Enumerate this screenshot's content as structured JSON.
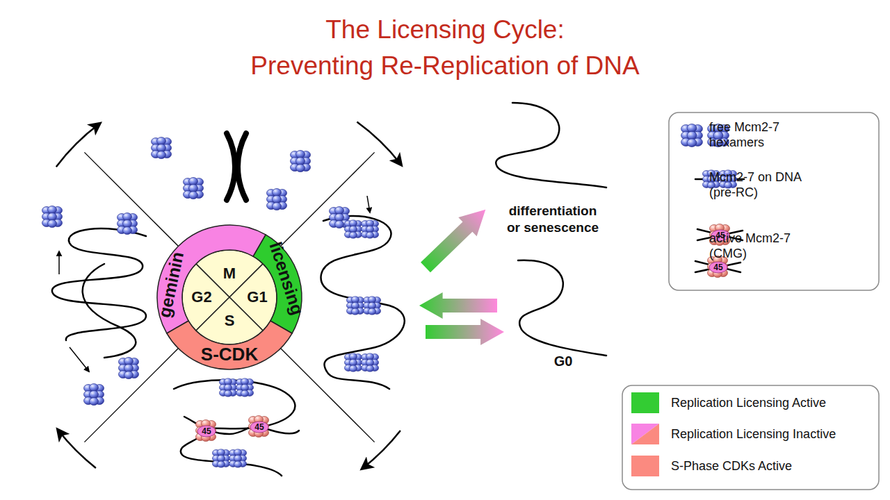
{
  "diagram": {
    "title": "The Licensing Cycle: Preventing Re-Replication of DNA",
    "nodes": [
      {
        "text": [
          "M"
        ]
      },
      {
        "text": [
          "G2"
        ]
      },
      {
        "text": [
          "G1"
        ]
      },
      {
        "text": [
          "S"
        ]
      },
      {
        "text": [
          "licensing"
        ]
      },
      {
        "text": [
          "geminin"
        ]
      },
      {
        "text": [
          "S-CDK"
        ]
      }
    ],
    "labels": [
      "differentiation or senescence",
      "45",
      "45",
      "G0",
      "45",
      "45"
    ],
    "legend": [
      {
        "text": "free Mcm2-7 hexamers"
      },
      {
        "text": "Mcm2-7 on DNA (pre-RC)"
      },
      {
        "text": "active Mcm2-7 (CMG)"
      },
      {
        "text": "Replication Licensing Active",
        "color": "#33cc33"
      },
      {
        "text": "Replication Licensing Inactive"
      },
      {
        "text": "S-Phase CDKs Active",
        "color": "#fb8a80"
      }
    ]
  }
}
